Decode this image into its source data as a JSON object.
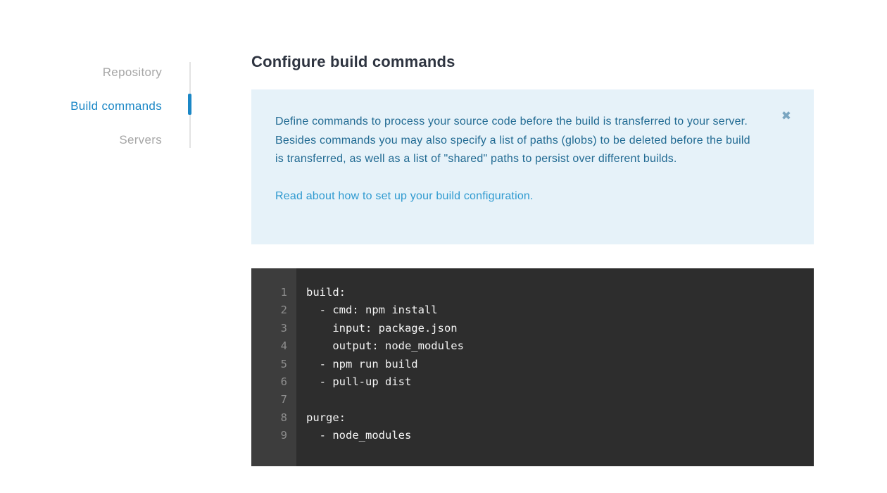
{
  "colors": {
    "accent": "#1b87c6",
    "notice-bg": "#e6f2f9",
    "notice-text": "#226b93",
    "link": "#2f9ad0",
    "close": "#7aa6c1",
    "heading": "#2e3440",
    "nav-inactive": "#a6a6a6",
    "divider": "#e3e3e3",
    "editor-bg": "#2d2d2d",
    "gutter-bg": "#3d3d3d",
    "gutter-text": "#8e8e8e",
    "code-text": "#f4f4f4"
  },
  "sidebar": {
    "active_index": 1,
    "items": [
      {
        "label": "Repository"
      },
      {
        "label": "Build commands"
      },
      {
        "label": "Servers"
      }
    ]
  },
  "main": {
    "title": "Configure build commands",
    "notice": {
      "text": "Define commands to process your source code before the build is transferred to your server. Besides commands you may also specify a list of paths (globs) to be deleted before the build is transferred, as well as a list of \"shared\" paths to persist over different builds.",
      "link_label": "Read about how to set up your build configuration.",
      "close_icon": "✖"
    },
    "editor": {
      "lines": [
        {
          "number": "1",
          "code": "build:"
        },
        {
          "number": "2",
          "code": "  - cmd: npm install"
        },
        {
          "number": "3",
          "code": "    input: package.json"
        },
        {
          "number": "4",
          "code": "    output: node_modules"
        },
        {
          "number": "5",
          "code": "  - npm run build"
        },
        {
          "number": "6",
          "code": "  - pull-up dist"
        },
        {
          "number": "7",
          "code": ""
        },
        {
          "number": "8",
          "code": "purge:"
        },
        {
          "number": "9",
          "code": "  - node_modules"
        }
      ]
    }
  }
}
